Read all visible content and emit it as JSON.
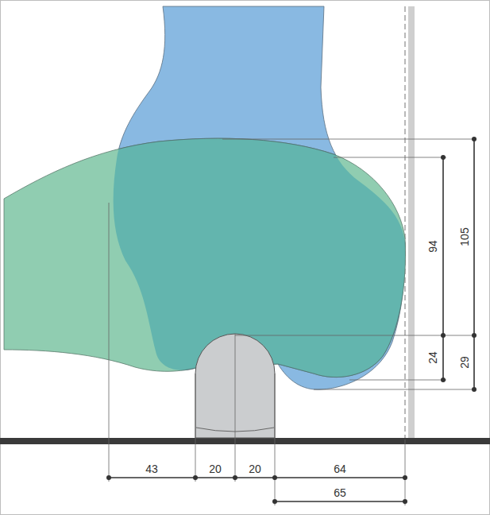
{
  "diagram": {
    "labels": [
      "43",
      "20",
      "20",
      "64",
      "65",
      "94",
      "105",
      "24",
      "29"
    ]
  }
}
